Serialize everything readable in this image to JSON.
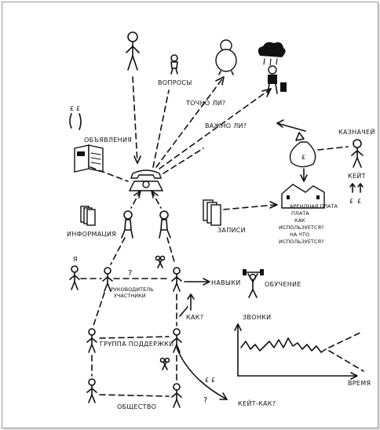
{
  "labels": {
    "questions": "ВОПРОСЫ",
    "accurate": "ТОЧНО ЛИ?",
    "important": "ВАЖНО ЛИ?",
    "ads": "ОБЪЯВЛЕНИЯ",
    "treasurer": "КАЗНАЧЕЙ",
    "kate": "КЕЙТ",
    "info": "ИНФОРМАЦИЯ",
    "records": "ЗАПИСИ",
    "rent": "АРЕНДНАЯ ПЛАТА",
    "rent_line2": "ПЛАТА",
    "how_used": "КАК",
    "how_used2": "ИСПОЛЬЗУЕТСЯ?",
    "what_for": "НА ЧТО",
    "what_for2": "ИСПОЛЬЗУЕТСЯ?",
    "me": "Я",
    "leader": "РУКОВОДИТЕЛЬ",
    "participants": "УЧАСТНИКИ",
    "skills": "НАВЫКИ",
    "training": "ОБУЧЕНИЕ",
    "calls": "ЗВОНКИ",
    "how": "КАК?",
    "support_group": "ГРУППА ПОДДЕРЖКИ",
    "time": "ВРЕМЯ",
    "society": "ОБЩЕСТВО",
    "kate_how": "КЕЙТ-КАК?",
    "qmark": "?"
  },
  "icons": {
    "currency": "£"
  }
}
